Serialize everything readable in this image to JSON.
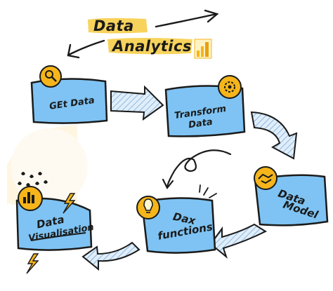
{
  "title": {
    "line1": "Data",
    "line2": "Analytics"
  },
  "colors": {
    "node_fill": "#7ec3f3",
    "outline": "#1a1a1a",
    "highlight": "#f7d35c",
    "badge": "#f5b51b",
    "arrow_fill": "#dfeefa",
    "ghost": "#fff8e6"
  },
  "nodes": {
    "get_data": {
      "label": "GEt Data",
      "icon": "magnifier-icon"
    },
    "transform_data": {
      "line1": "Transform",
      "line2": "Data",
      "icon": "gear-icon"
    },
    "data_model": {
      "line1": "Data",
      "line2": "Model",
      "icon": "handshake-icon"
    },
    "dax_functions": {
      "line1": "Dax",
      "line2": "functions",
      "icon": "lightbulb-icon"
    },
    "data_visualisation": {
      "line1": "Data",
      "line2": "Visualisation",
      "icon": "bar-chart-icon"
    }
  },
  "decorations": [
    "powerbi-logo-icon",
    "rain-cloud-icon",
    "lightning-icon",
    "curly-arrow-icon"
  ]
}
